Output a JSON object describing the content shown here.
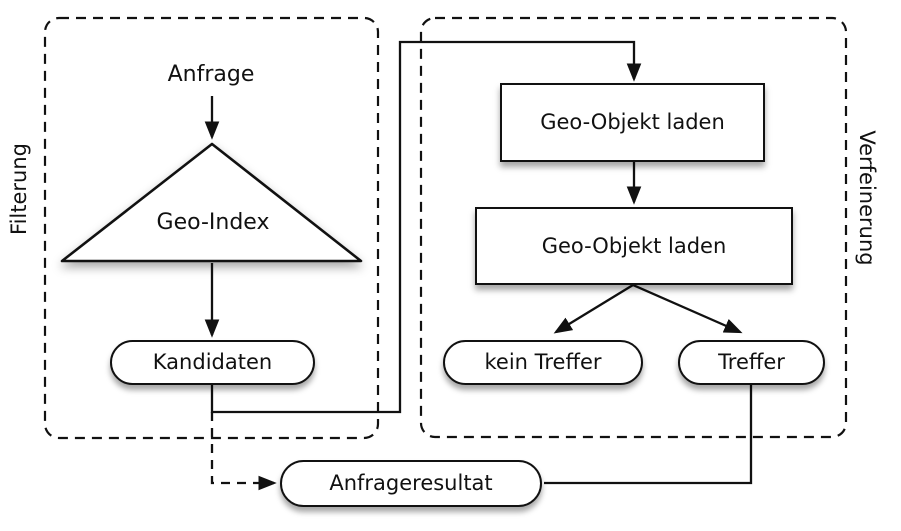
{
  "diagram": {
    "type": "flowchart",
    "groups": {
      "filterung": {
        "label": "Filterung",
        "border": "dashed"
      },
      "verfeinerung": {
        "label": "Verfeinerung",
        "border": "dashed"
      }
    },
    "nodes": {
      "anfrage": {
        "label": "Anfrage",
        "shape": "text",
        "group": "filterung"
      },
      "geo_index": {
        "label": "Geo-Index",
        "shape": "triangle",
        "group": "filterung"
      },
      "kandidaten": {
        "label": "Kandidaten",
        "shape": "pill",
        "group": "filterung"
      },
      "geo_objekt_laden_1": {
        "label": "Geo-Objekt laden",
        "shape": "rect",
        "group": "verfeinerung"
      },
      "geo_objekt_laden_2": {
        "label": "Geo-Objekt laden",
        "shape": "rect",
        "group": "verfeinerung"
      },
      "kein_treffer": {
        "label": "kein Treffer",
        "shape": "pill",
        "group": "verfeinerung"
      },
      "treffer": {
        "label": "Treffer",
        "shape": "pill",
        "group": "verfeinerung"
      },
      "anfrageresultat": {
        "label": "Anfrageresultat",
        "shape": "pill",
        "group": null
      }
    },
    "edges": [
      {
        "from": "anfrage",
        "to": "geo_index",
        "style": "solid-arrow"
      },
      {
        "from": "geo_index",
        "to": "kandidaten",
        "style": "solid-arrow"
      },
      {
        "from": "kandidaten",
        "to": "geo_objekt_laden_1",
        "style": "solid-arrow"
      },
      {
        "from": "geo_objekt_laden_1",
        "to": "geo_objekt_laden_2",
        "style": "solid-arrow"
      },
      {
        "from": "geo_objekt_laden_2",
        "to": "kein_treffer",
        "style": "solid-arrow"
      },
      {
        "from": "geo_objekt_laden_2",
        "to": "treffer",
        "style": "solid-arrow"
      },
      {
        "from": "treffer",
        "to": "anfrageresultat",
        "style": "solid-line"
      },
      {
        "from": "kandidaten",
        "to": "anfrageresultat",
        "style": "dashed-arrow"
      }
    ],
    "colors": {
      "stroke": "#111111",
      "fill": "#ffffff",
      "background": "#ffffff",
      "text": "#111111"
    }
  }
}
